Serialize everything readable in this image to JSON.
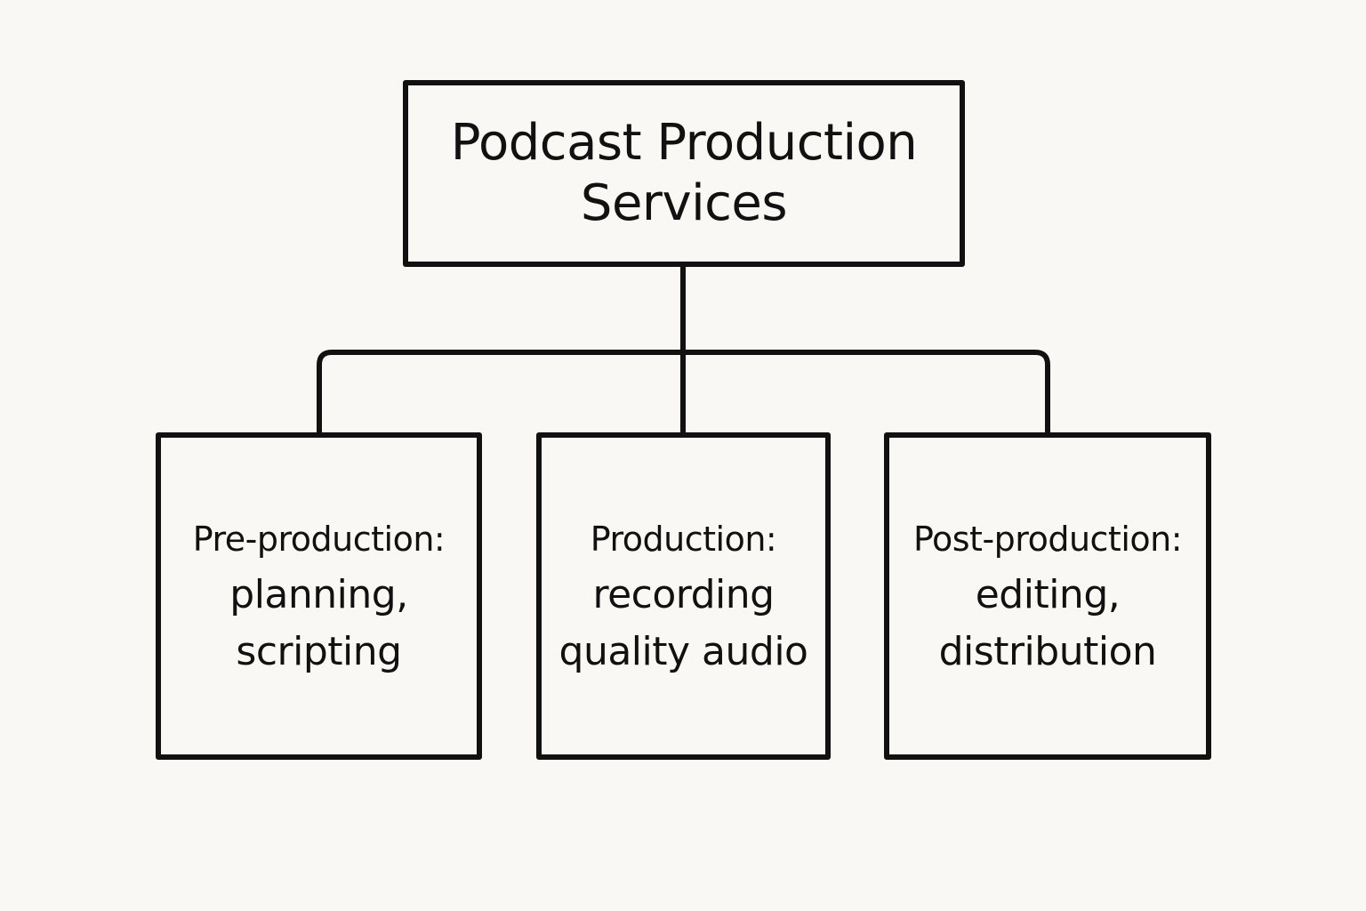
{
  "root": {
    "lines": [
      "Podcast Production",
      "Services"
    ]
  },
  "children": [
    {
      "heading": "Pre-production:",
      "lines": [
        "planning,",
        "scripting"
      ]
    },
    {
      "heading": "Production:",
      "lines": [
        "recording",
        "quality audio"
      ]
    },
    {
      "heading": "Post-production:",
      "lines": [
        "editing,",
        "distribution"
      ]
    }
  ],
  "colors": {
    "background": "#f9f8f4",
    "stroke": "#111111"
  }
}
